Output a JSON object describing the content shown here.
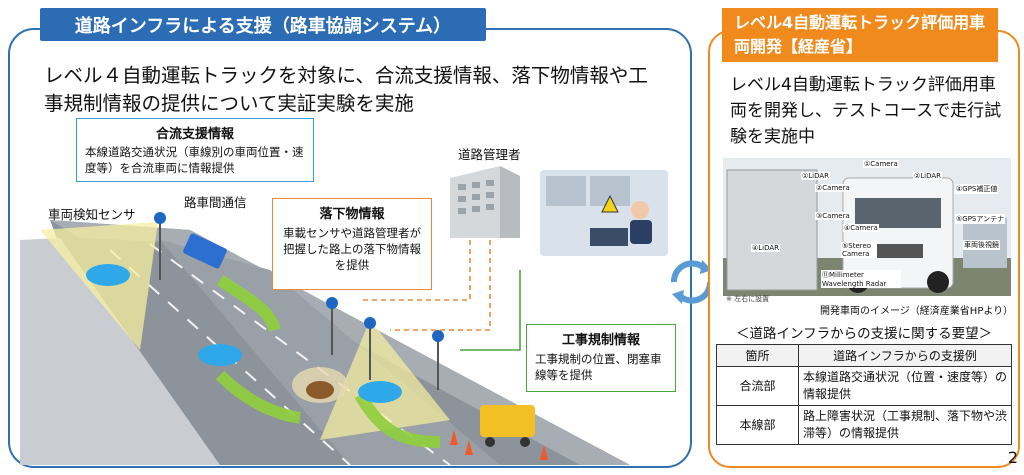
{
  "left": {
    "title": "道路インフラによる支援（路車協調システム）",
    "lead": "レベル４自動運転トラックを対象に、合流支援情報、落下物情報や工事規制情報の提供について実証実験を実施",
    "merge_box": {
      "heading": "合流支援情報",
      "body": "本線道路交通状況（車線別の車両位置・速度等）を合流車両に情報提供"
    },
    "fall_box": {
      "heading": "落下物情報",
      "body": "車載センサや道路管理者が把握した路上の落下物情報を提供"
    },
    "work_box": {
      "heading": "工事規制情報",
      "body": "工事規制の位置、閉塞車線等を提供"
    },
    "labels": {
      "sensor": "車両検知センサ",
      "v2v": "路車間通信",
      "manager": "道路管理者"
    }
  },
  "right": {
    "title": "レベル4自動運転トラック評価用車両開発【経産省】",
    "lead": "レベル4自動運転トラック評価用車両を開発し、テストコースで走行試験を実施中",
    "photo_labels": {
      "lidar1": "①LiDAR",
      "camera_top": "①Camera",
      "lidar2": "②LiDAR",
      "camera2": "②Camera",
      "camera3": "③Camera",
      "gps": "④GPS補正値",
      "camera4": "④Camera",
      "stereo": "⑤Stereo Camera",
      "mmw": "⑪Millimeter Wavelength Radar",
      "lidar3": "④LiDAR",
      "gps_ant": "⑤GPSアンテナ",
      "mirror": "車両後視鏡"
    },
    "note": "※ 左右に設置",
    "caption": "開発車両のイメージ（経済産業省HPより）",
    "req_title": "＜道路インフラからの支援に関する要望＞",
    "table": {
      "headers": [
        "箇所",
        "道路インフラからの支援例"
      ],
      "rows": [
        [
          "合流部",
          "本線道路交通状況（位置・速度等）の情報提供"
        ],
        [
          "本線部",
          "路上障害状況（工事規制、落下物や渋滞等）の情報提供"
        ]
      ]
    }
  },
  "page_number": "2",
  "colors": {
    "left_accent": "#2b6cb5",
    "right_accent": "#f08a1c",
    "merge_border": "#3a9ad9",
    "fall_border": "#e58a3a",
    "work_border": "#4aa53f"
  }
}
